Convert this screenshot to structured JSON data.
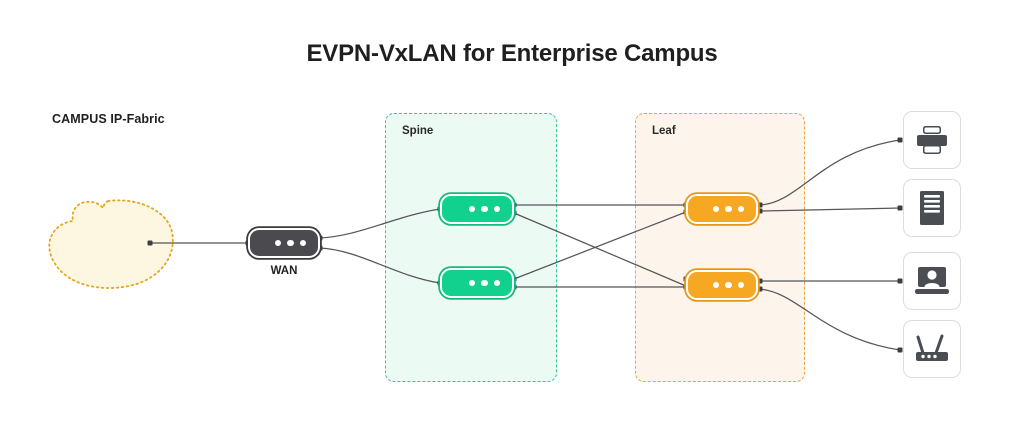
{
  "page": {
    "title": "EVPN-VxLAN for Enterprise Campus",
    "background_color": "#ffffff"
  },
  "fabric": {
    "label": "CAMPUS IP-Fabric"
  },
  "zones": [
    {
      "id": "spine",
      "label": "Spine",
      "fill_color": "#ecfaf4",
      "border_color": "#35c79a"
    },
    {
      "id": "leaf",
      "label": "Leaf",
      "fill_color": "#fdf5eb",
      "border_color": "#eda43a"
    }
  ],
  "cloud": {
    "name": "campus-cloud",
    "fill_color": "#fdf6e0",
    "border_color": "#e3a71e"
  },
  "devices": {
    "wan": {
      "label": "WAN",
      "color": "#4a4a4f",
      "dots": 3
    },
    "spines": [
      {
        "label": "",
        "color": "#12d18e",
        "dots": 3
      },
      {
        "label": "",
        "color": "#12d18e",
        "dots": 3
      }
    ],
    "leaves": [
      {
        "label": "",
        "color": "#f7a823",
        "dots": 3
      },
      {
        "label": "",
        "color": "#f7a823",
        "dots": 3
      }
    ]
  },
  "endpoints": [
    {
      "icon": "printer-icon",
      "name": "printer"
    },
    {
      "icon": "server-icon",
      "name": "server"
    },
    {
      "icon": "workstation-icon",
      "name": "workstation"
    },
    {
      "icon": "access-point-icon",
      "name": "access-point"
    }
  ],
  "links": {
    "stroke_color": "#55555a",
    "description": "cloud-to-wan, wan-to-both-spines, full-mesh spine-to-leaf, leaf-to-endpoints"
  }
}
